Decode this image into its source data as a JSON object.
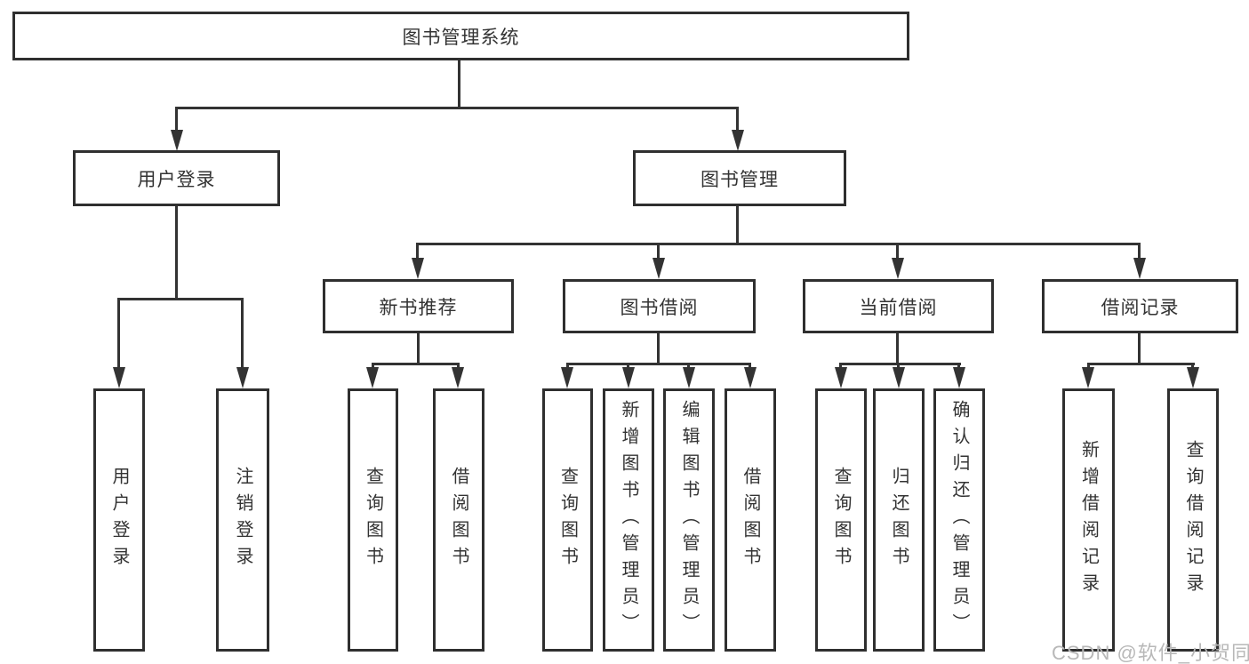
{
  "diagram_type": "hierarchy",
  "title": "图书管理系统",
  "colors": {
    "line": "#333333",
    "box_border": "#2f2f2f",
    "text": "#333333",
    "background": "#ffffff",
    "watermark": "#b8b8b8"
  },
  "watermark": {
    "text": "CSDN @软件_小贺同学"
  },
  "nodes": {
    "root": {
      "label": "图书管理系统"
    },
    "user_login": {
      "label": "用户登录"
    },
    "book_mgmt": {
      "label": "图书管理"
    },
    "login_children": [
      {
        "label": "用户登录"
      },
      {
        "label": "注销登录"
      }
    ],
    "mgmt_children": [
      {
        "label": "新书推荐",
        "children": [
          {
            "label": "查询图书"
          },
          {
            "label": "借阅图书"
          }
        ]
      },
      {
        "label": "图书借阅",
        "children": [
          {
            "label": "查询图书"
          },
          {
            "label": "新增图书（管理员）"
          },
          {
            "label": "编辑图书（管理员）"
          },
          {
            "label": "借阅图书"
          }
        ]
      },
      {
        "label": "当前借阅",
        "children": [
          {
            "label": "查询图书"
          },
          {
            "label": "归还图书"
          },
          {
            "label": "确认归还（管理员）"
          }
        ]
      },
      {
        "label": "借阅记录",
        "children": [
          {
            "label": "新增借阅记录"
          },
          {
            "label": "查询借阅记录"
          }
        ]
      }
    ]
  }
}
